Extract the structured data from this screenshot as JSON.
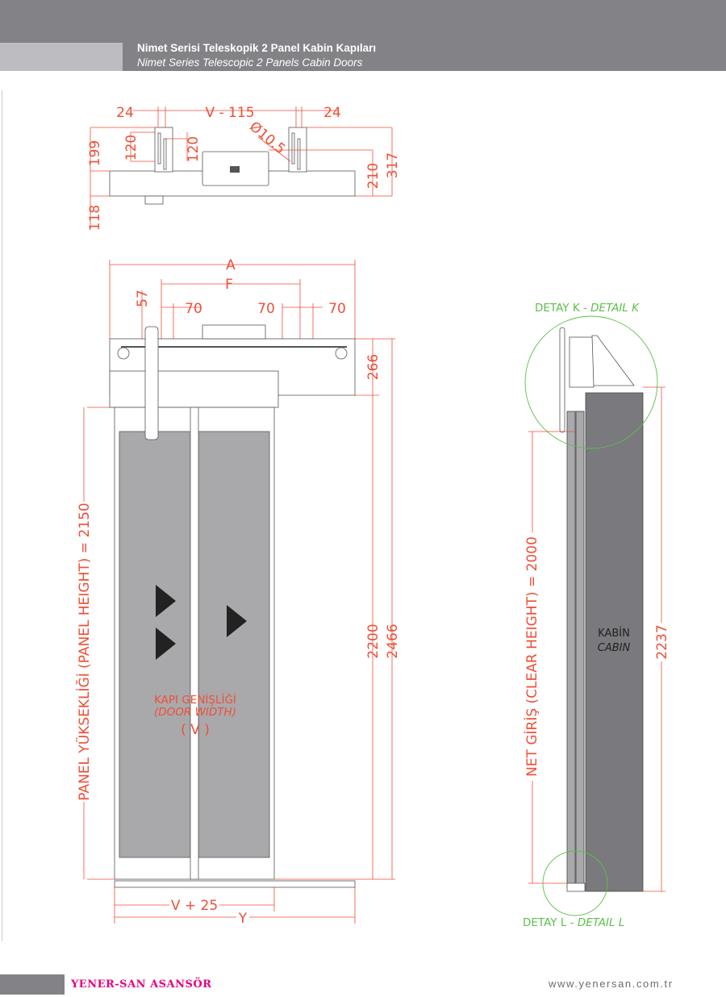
{
  "header": {
    "title": "Nimet Serisi Teleskopik 2 Panel Kabin Kapıları",
    "subtitle": "Nimet Series Telescopic 2 Panels Cabin Doors"
  },
  "top_view": {
    "dim_left": "24",
    "dim_center": "V - 115",
    "dim_right": "24",
    "dim_199": "199",
    "dim_118": "118",
    "dim_120_a": "120",
    "dim_120_b": "120",
    "dim_hole": "Ø10.5",
    "dim_210": "210",
    "dim_317": "317"
  },
  "front_view": {
    "dim_a": "A",
    "dim_f": "F",
    "dim_57": "57",
    "dim_70_a": "70",
    "dim_70_b": "70",
    "dim_70_c": "70",
    "dim_266": "266",
    "dim_2200": "2200",
    "dim_2466": "2466",
    "panel_height": "PANEL YÜKSEKLİĞİ (PANEL HEIGHT) = 2150",
    "door_width_tr": "KAPI GENİŞLİĞİ",
    "door_width_en": "(DOOR WIDTH)",
    "door_width_v": "( V )",
    "dim_v25": "V + 25",
    "dim_y": "Y"
  },
  "side_view": {
    "detail_k_tr": "DETAY K - ",
    "detail_k_en": "DETAIL K",
    "detail_l_tr": "DETAY L - ",
    "detail_l_en": "DETAIL L",
    "clear_height": "NET GİRİŞ (CLEAR HEIGHT) = 2000",
    "dim_2237": "2237",
    "cabin_tr": "KABİN",
    "cabin_en": "CABIN"
  },
  "footer": {
    "brand": "YENER-SAN ASANSÖR",
    "url": "www.yenersan.com.tr"
  },
  "colors": {
    "dimension": "#f04e37",
    "detail": "#5cbf4a",
    "brand": "#e6007e",
    "header": "#838287"
  }
}
